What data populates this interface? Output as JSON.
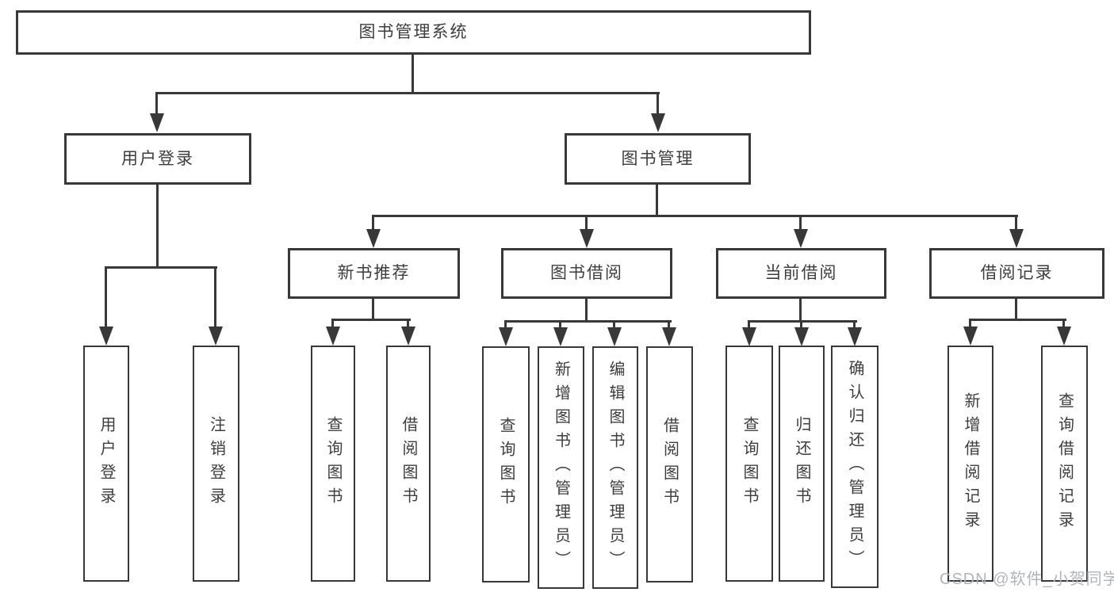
{
  "diagram_title": "图书管理系统",
  "nodes": {
    "root": {
      "label": "图书管理系统"
    },
    "user_login": {
      "label": "用户登录",
      "children": [
        "用户登录",
        "注销登录"
      ]
    },
    "book_mgmt": {
      "label": "图书管理"
    },
    "new_books": {
      "label": "新书推荐",
      "children": [
        "查询图书",
        "借阅图书"
      ]
    },
    "book_borrow": {
      "label": "图书借阅",
      "children": [
        "查询图书",
        "新增图书（管理员）",
        "编辑图书（管理员）",
        "借阅图书"
      ]
    },
    "current_borrow": {
      "label": "当前借阅",
      "children": [
        "查询图书",
        "归还图书",
        "确认归还（管理员）"
      ]
    },
    "borrow_records": {
      "label": "借阅记录",
      "children": [
        "新增借阅记录",
        "查询借阅记录"
      ]
    }
  },
  "watermark": {
    "text": "CSDN @软件_小贺同学"
  },
  "colors": {
    "line": "#383838",
    "text": "#3d3d3d",
    "watermark": "#b1b4b9",
    "background": "#ffffff"
  }
}
